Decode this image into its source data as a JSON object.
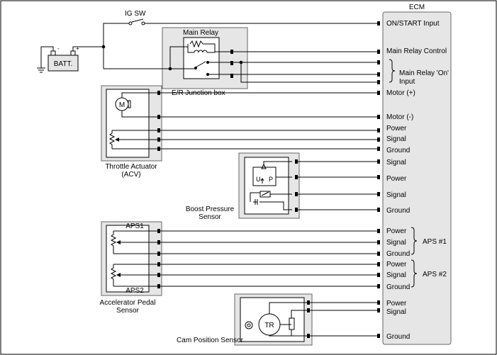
{
  "ecm": {
    "title": "ECM",
    "pins": [
      "ON/START Input",
      "Main Relay Control",
      "Motor (+)",
      "Motor (-)",
      "Power",
      "Signal",
      "Ground",
      "Signal",
      "Power",
      "Signal",
      "Ground",
      "Power",
      "Signal",
      "Ground",
      "Power",
      "Signal",
      "Ground",
      "Power",
      "Signal",
      "Ground"
    ],
    "main_relay_on_input": "Main Relay 'On' Input",
    "aps1_group": "APS #1",
    "aps2_group": "APS #2"
  },
  "battery": {
    "label": "BATT.",
    "minus": "-",
    "plus": "+"
  },
  "ig_switch": {
    "label": "IG SW"
  },
  "main_relay": {
    "title": "Main Relay",
    "junction": "E/R Junction box"
  },
  "throttle_actuator": {
    "line1": "Throttle Actuator",
    "line2": "(ACV)",
    "motor": "M"
  },
  "boost_sensor": {
    "line1": "Boost Pressure",
    "line2": "Sensor",
    "u": "U",
    "p": "P"
  },
  "aps": {
    "aps1": "APS1",
    "aps2": "APS2",
    "line1": "Accelerator Pedal",
    "line2": "Sensor"
  },
  "cam_sensor": {
    "label": "Cam Position Sensor",
    "tr": "TR"
  }
}
